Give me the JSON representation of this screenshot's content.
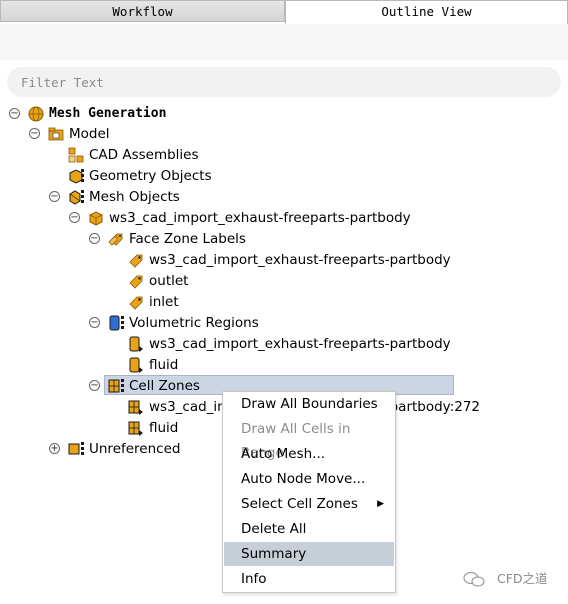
{
  "tabs": [
    {
      "label": "Workflow",
      "active": false
    },
    {
      "label": "Outline View",
      "active": true
    }
  ],
  "filter": {
    "placeholder": "Filter Text",
    "value": ""
  },
  "tree": {
    "mesh_generation": "Mesh Generation",
    "model": "Model",
    "cad_assemblies": "CAD Assemblies",
    "geometry_objects": "Geometry Objects",
    "mesh_objects": "Mesh Objects",
    "ws3_body": "ws3_cad_import_exhaust-freeparts-partbody",
    "face_zone_labels": "Face Zone Labels",
    "fzl_items": [
      "ws3_cad_import_exhaust-freeparts-partbody",
      "outlet",
      "inlet"
    ],
    "volumetric_regions": "Volumetric Regions",
    "vr_items": [
      "ws3_cad_import_exhaust-freeparts-partbody",
      "fluid"
    ],
    "cell_zones": "Cell Zones",
    "cz_items": [
      "ws3_cad_import_exhaust-freeparts-partbody:272",
      "fluid"
    ],
    "unreferenced": "Unreferenced"
  },
  "context_menu": {
    "items": [
      {
        "label": "Draw All Boundaries",
        "disabled": false
      },
      {
        "label": "Draw All Cells in Range",
        "disabled": true
      },
      {
        "label": "Auto Mesh...",
        "disabled": false
      },
      {
        "label": "Auto Node Move...",
        "disabled": false
      },
      {
        "label": "Select Cell Zones",
        "disabled": false,
        "submenu": true
      },
      {
        "label": "Delete All",
        "disabled": false
      },
      {
        "label": "Summary",
        "disabled": false,
        "highlighted": true
      },
      {
        "label": "Info",
        "disabled": false
      }
    ]
  },
  "watermark": {
    "text": "CFD之道"
  },
  "colors": {
    "icon_orange": "#e8a317",
    "icon_dark": "#1a1a1a",
    "selection": "#cbd5e3",
    "menu_hover": "#c6ced8",
    "region_blue": "#2f6fd0"
  }
}
